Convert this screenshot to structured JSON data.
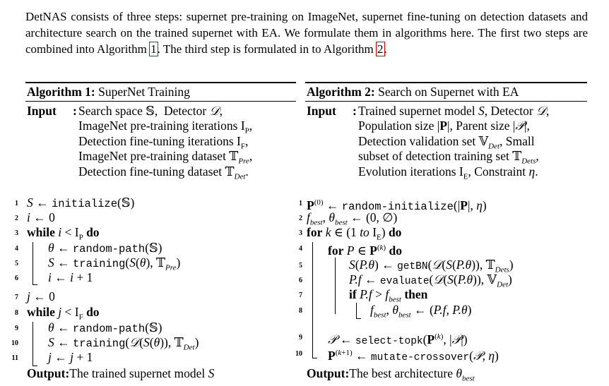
{
  "intro": {
    "part1": "DetNAS consists of three steps: supernet pre-training on ImageNet, supernet fine-tuning on detection datasets and architecture search on the trained supernet with EA. We formulate them in algorithms here. The first two steps are combined into Algorithm ",
    "ref1": "1",
    "part2": ". The third step is formulated in to Algorithm ",
    "ref2": "2",
    "part3": "."
  },
  "algo1": {
    "title_bold": "Algorithm 1:",
    "title_rest": " SuperNet Training",
    "input_label": "Input",
    "input_lines": [
      "Search space 𝕊,  Detector 𝒟,",
      "ImageNet pre-training iterations I_P,",
      "Detection fine-tuning iterations I_F,",
      "ImageNet pre-training dataset 𝕋_Pre,",
      "Detection fine-tuning dataset 𝕋_Det."
    ],
    "lines": [
      {
        "num": "1",
        "text": "S ← initialize(𝕊)"
      },
      {
        "num": "2",
        "text": "i ← 0"
      },
      {
        "num": "3",
        "text": "while i < I_P do"
      },
      {
        "num": "4",
        "text": "θ ← random-path(𝕊)"
      },
      {
        "num": "5",
        "text": "S ← training(S(θ), 𝕋_Pre)"
      },
      {
        "num": "6",
        "text": "i ← i + 1"
      },
      {
        "num": "7",
        "text": "j ← 0"
      },
      {
        "num": "8",
        "text": "while j < I_F do"
      },
      {
        "num": "9",
        "text": "θ ← random-path(𝕊)"
      },
      {
        "num": "10",
        "text": "S ← training(𝒟(S(θ)), 𝕋_Det)"
      },
      {
        "num": "11",
        "text": "j ← j + 1"
      }
    ],
    "output_label": "Output",
    "output_text": "The trained supernet model S"
  },
  "algo2": {
    "title_bold": "Algorithm 2:",
    "title_rest": " Search on Supernet with EA",
    "input_label": "Input",
    "input_lines": [
      "Trained supernet model S, Detector 𝒟,",
      "Population size |P|, Parent size |𝒫|,",
      "Detection validation set 𝕍_Det, Small",
      "subset of detection training set 𝕋_Dets,",
      "Evolution iterations I_E, Constraint η."
    ],
    "lines": [
      {
        "num": "1",
        "text": "P^(0) ← random-initialize(|P|, η)"
      },
      {
        "num": "2",
        "text": "f_best, θ_best ← (0, ∅)"
      },
      {
        "num": "3",
        "text": "for k ∈ (1 to I_E) do"
      },
      {
        "num": "4",
        "text": "for P ∈ P^(k) do"
      },
      {
        "num": "5",
        "text": "S(P.θ) ← getBN(𝒟(S(P.θ)), 𝕋_Dets)"
      },
      {
        "num": "6",
        "text": "P.f ← evaluate(𝒟(S(P.θ)), 𝕍_Det)"
      },
      {
        "num": "7",
        "text": "if P.f > f_best then"
      },
      {
        "num": "8",
        "text": "f_best, θ_best ← (P.f, P.θ)"
      },
      {
        "num": "9",
        "text": "𝒫 ← select-topk(P^(k), |𝒫|)"
      },
      {
        "num": "10",
        "text": "P^(k+1) ← mutate-crossover(𝒫, η)"
      }
    ],
    "output_label": "Output",
    "output_text": "The best architecture θ_best"
  }
}
